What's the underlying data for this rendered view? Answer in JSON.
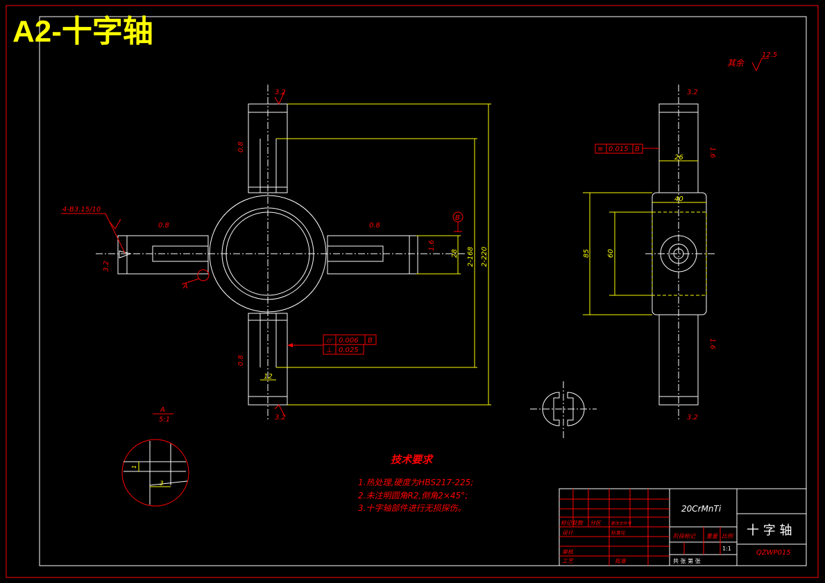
{
  "sheet_title": "A2-十字轴",
  "other_surfaces": "其余",
  "roughness": {
    "general": "12.5",
    "a": "3.2",
    "b": "0.8",
    "c": "1.6"
  },
  "front_view": {
    "hole_note": "4-B3.15/10",
    "dims": {
      "d_small": "28",
      "d_168": "2-168",
      "d_220": "2-220",
      "d_12": "12"
    },
    "datum_b": "B",
    "detail_ref": "A",
    "tolerance_1": {
      "sym": "⌭",
      "value": "0.006",
      "datum": "B"
    },
    "tolerance_2": {
      "sym": "⊥",
      "value": "0.025"
    }
  },
  "side_view": {
    "tolerance": {
      "sym": "≡",
      "value": "0.015",
      "datum": "B"
    },
    "dims": {
      "d_26": "26",
      "d_40": "40",
      "d_60": "60",
      "d_85": "85"
    }
  },
  "detail": {
    "label": "A",
    "scale": "5:1",
    "dim_1": "1",
    "dim_3": "3"
  },
  "tech_requirements": {
    "title": "技术要求",
    "items": [
      "1.热处理,硬度为HBS217-225;",
      "2.未注明圆角R2,倒角2×45°;",
      "3.十字轴部件进行无损探伤。"
    ]
  },
  "title_block": {
    "material": "20CrMnTi",
    "part_name": "十 字 轴",
    "drawing_number": "QZWP015",
    "scale": "1:1",
    "sheet_info": "共 张  第 张",
    "labels": {
      "mark": "标记处数",
      "zone": "分区",
      "change_doc": "更改文件号",
      "design": "设计",
      "standardize": "标准化",
      "review": "审核",
      "process": "工艺",
      "approve": "批准",
      "stage_mark": "阶段标记",
      "weight": "重量",
      "ratio": "比例"
    }
  },
  "colors": {
    "outline": "#ffffff",
    "dimension": "#ffff00",
    "annotation": "#ff0000",
    "background": "#000000"
  }
}
